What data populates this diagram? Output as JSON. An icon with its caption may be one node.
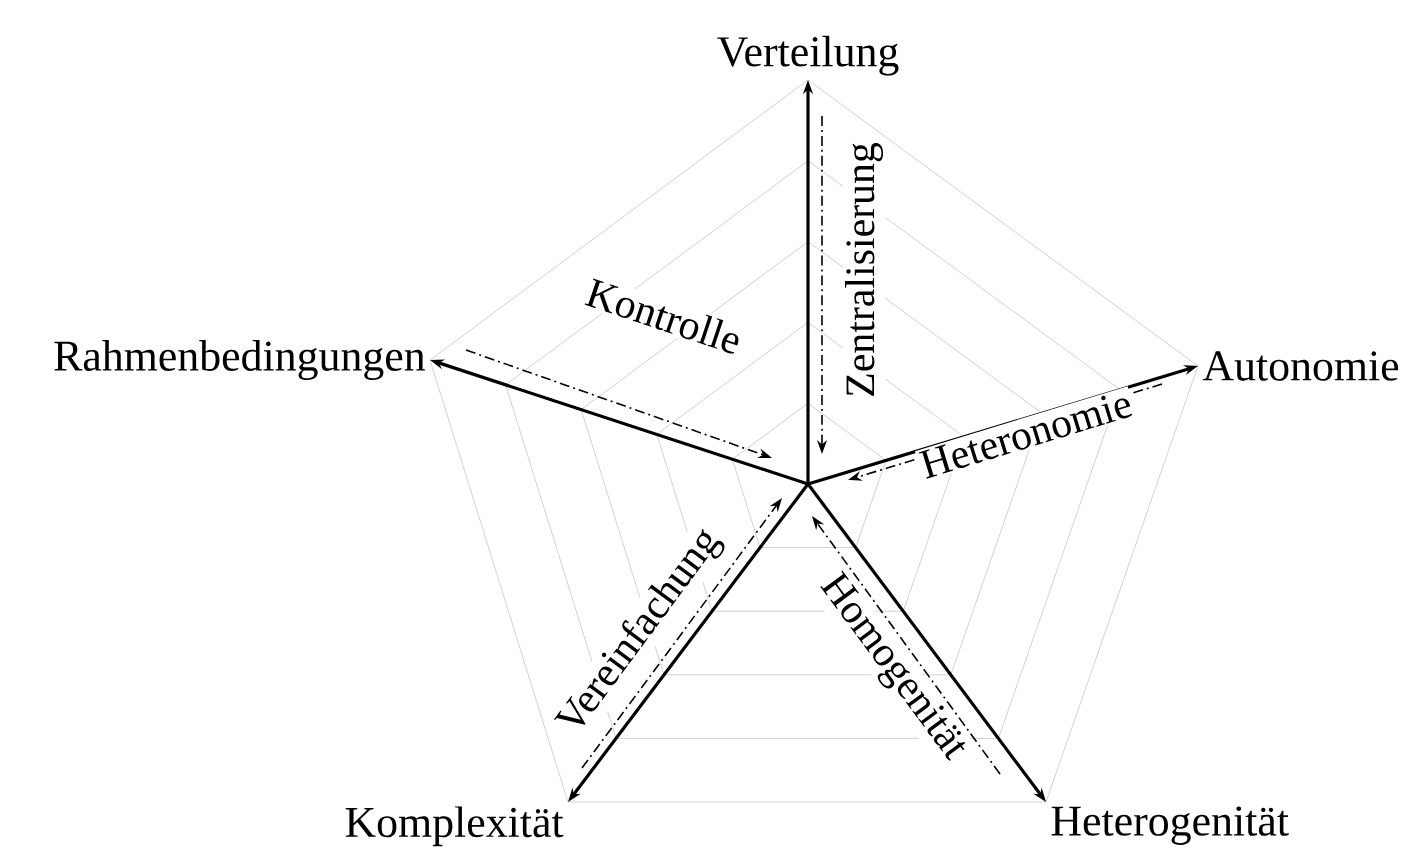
{
  "diagram": {
    "nodes": [
      {
        "text": [
          "Verteilung"
        ]
      },
      {
        "text": [
          "Rahmenbedingungen"
        ]
      },
      {
        "text": [
          "Autonomie"
        ]
      },
      {
        "text": [
          "Komplexität"
        ]
      },
      {
        "text": [
          "Heterogenität"
        ]
      }
    ],
    "edges": [
      {
        "from": null,
        "to": 0,
        "arrow": "to"
      },
      {
        "from": null,
        "to": 1,
        "arrow": "to"
      },
      {
        "from": null,
        "to": 2,
        "arrow": "to"
      },
      {
        "from": null,
        "to": 3,
        "arrow": "to"
      },
      {
        "from": null,
        "to": 4,
        "arrow": "to"
      },
      {
        "from": 0,
        "to": null,
        "arrow": "to",
        "style": "dashed",
        "label": "Zentralisierung"
      },
      {
        "from": 1,
        "to": null,
        "arrow": "to",
        "style": "dashed",
        "label": "Kontrolle"
      },
      {
        "from": 2,
        "to": null,
        "arrow": "to",
        "style": "dashed",
        "label": "Heteronomie"
      },
      {
        "from": 3,
        "to": null,
        "arrow": "to",
        "style": "dashed",
        "label": "Vereinfachung"
      },
      {
        "from": 4,
        "to": null,
        "arrow": "to",
        "style": "dashed",
        "label": "Homogenität"
      }
    ]
  }
}
